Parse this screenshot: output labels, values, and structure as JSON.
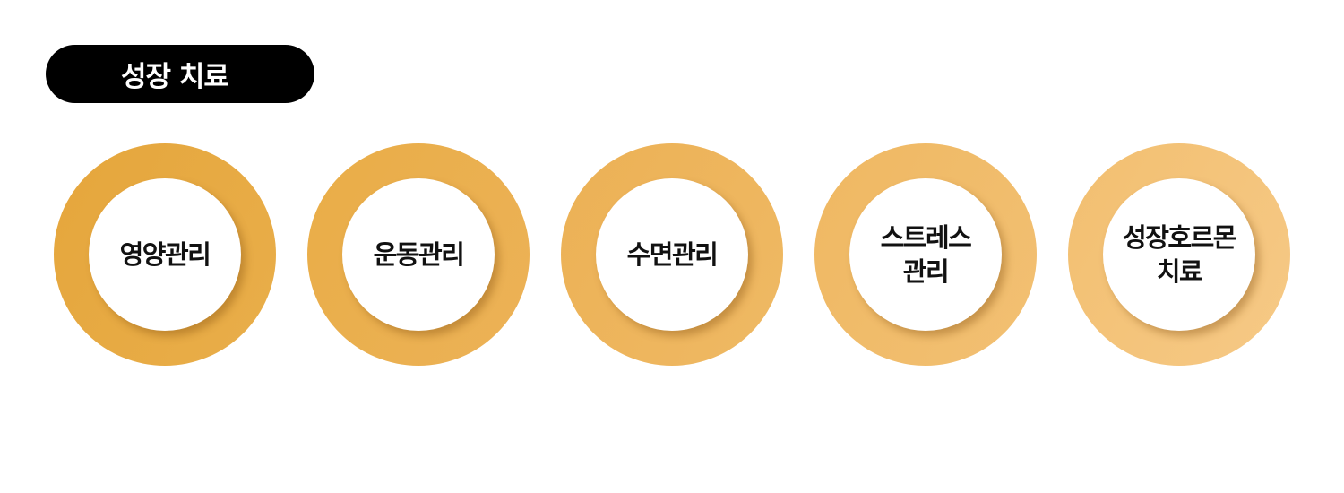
{
  "title": "성장 치료",
  "items": [
    {
      "label": "영양관리"
    },
    {
      "label": "운동관리"
    },
    {
      "label": "수면관리"
    },
    {
      "label": "스트레스\n관리"
    },
    {
      "label": "성장호르몬\n치료"
    }
  ],
  "colors": {
    "title_bg": "#000000",
    "title_text": "#ffffff",
    "ring_1": "#e7aa42",
    "ring_2": "#eab04f",
    "ring_3": "#edb55c",
    "ring_4": "#f0bc6a",
    "ring_5": "#f4c47b",
    "inner_fill": "#ffffff",
    "label_text": "#111111"
  }
}
